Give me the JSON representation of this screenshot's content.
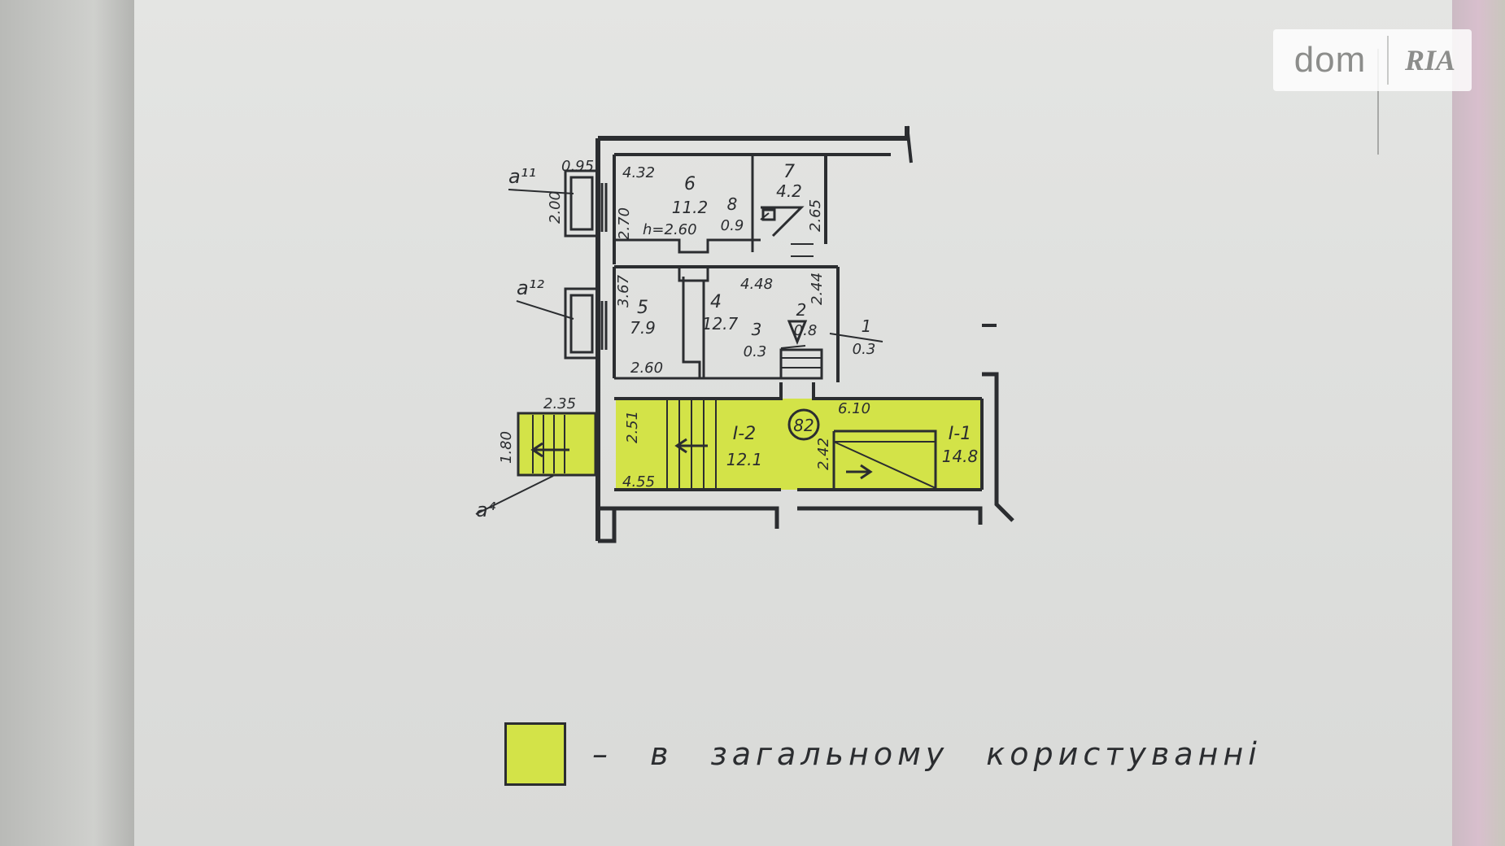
{
  "watermark": {
    "brand_left": "dom",
    "brand_right": "RIA"
  },
  "plan": {
    "balconies": [
      {
        "label": "a¹¹",
        "dims": [
          "0.95",
          "2.00"
        ]
      },
      {
        "label": "a¹²"
      }
    ],
    "entrance": {
      "label": "a⁴",
      "dims": [
        "2.35",
        "1.80"
      ]
    },
    "rooms": [
      {
        "number": "6",
        "area": "11.2"
      },
      {
        "number": "7",
        "area": "4.2"
      },
      {
        "number": "8",
        "area": "0.9"
      },
      {
        "number": "5",
        "area": "7.9"
      },
      {
        "number": "4",
        "area": "12.7"
      },
      {
        "number": "3",
        "area": "0.3"
      },
      {
        "number": "2",
        "area": "0.8"
      },
      {
        "number": "1",
        "area": "0.3"
      },
      {
        "number": "I-2",
        "area": "12.1"
      },
      {
        "number": "I-1",
        "area": "14.8"
      }
    ],
    "dimensions": [
      "4.32",
      "2.70",
      "h=2.60",
      "2.65",
      "3.67",
      "4.48",
      "2.44",
      "2.60",
      "2.51",
      "4.55",
      "6.10",
      "2.42"
    ],
    "circle_mark": "82"
  },
  "legend": {
    "swatch_color": "#d3e348",
    "text": "– в загальному користуванні"
  }
}
